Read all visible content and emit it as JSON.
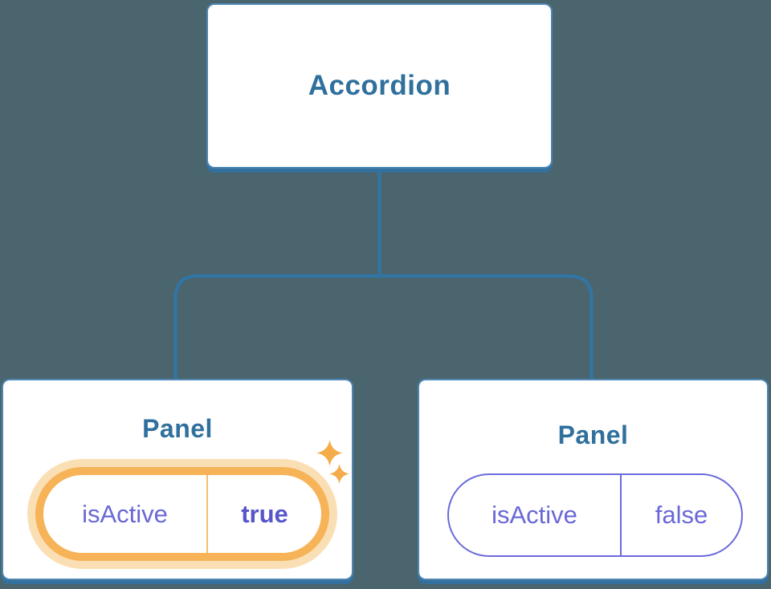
{
  "tree": {
    "root": {
      "label": "Accordion"
    },
    "children": [
      {
        "label": "Panel",
        "prop": {
          "name": "isActive",
          "value": "true"
        },
        "highlighted": true,
        "icon": "sparkles-icon"
      },
      {
        "label": "Panel",
        "prop": {
          "name": "isActive",
          "value": "false"
        },
        "highlighted": false
      }
    ]
  },
  "colors": {
    "bg": "#4B656E",
    "line": "#2F76A6",
    "box-border": "#4C86B3",
    "box-edge": "#33709E",
    "title": "#30709D",
    "purple": "#6968D6",
    "purple-bold": "#5655C9",
    "purple-border": "#6B6ADB",
    "orange": "#F6B357",
    "orange-glow": "#FBDFB4",
    "orange-divider": "#F7BD72",
    "sparkle": "#F3AC49"
  }
}
